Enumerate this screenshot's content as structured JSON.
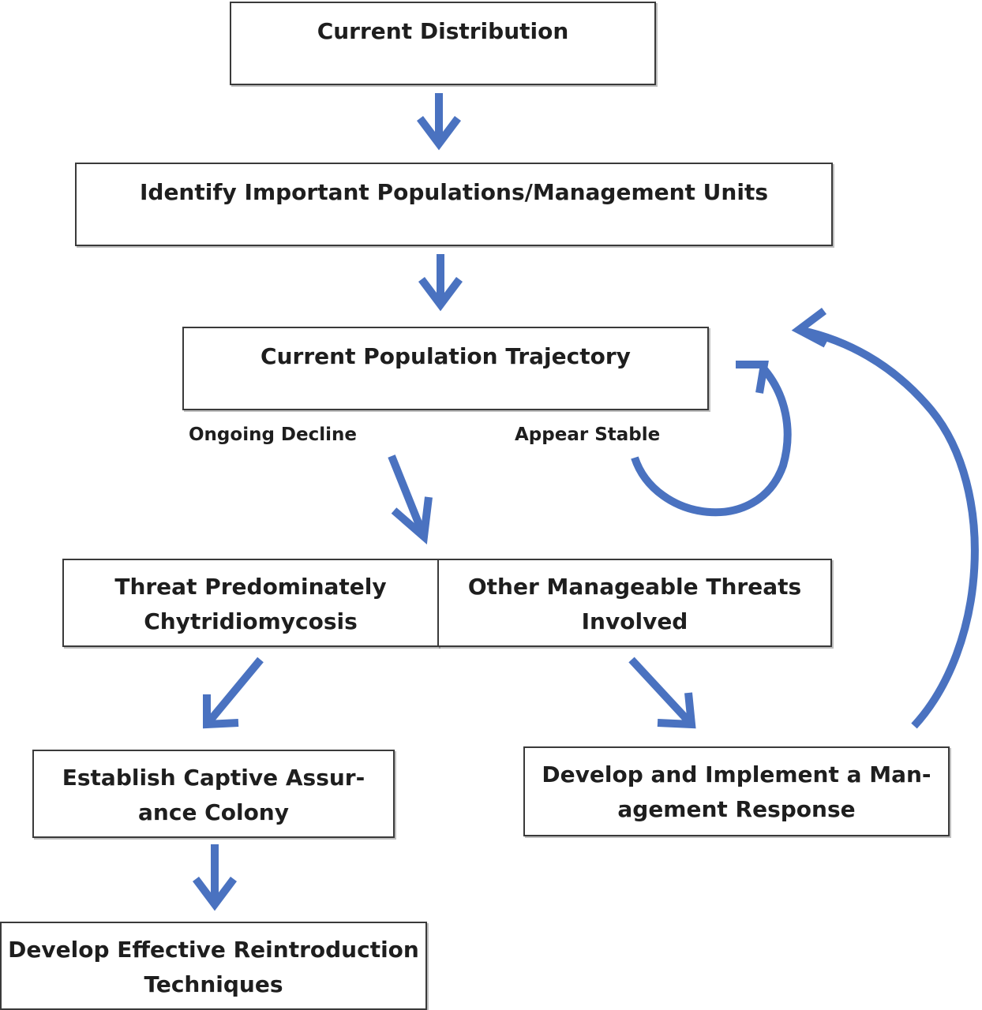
{
  "nodes": {
    "current_distribution": [
      "Current Distribution"
    ],
    "identify_units": [
      "Identify Important Populations/Management Units"
    ],
    "population_trajectory": [
      "Current Population Trajectory"
    ],
    "threat_chytrid": [
      "Threat Predominately",
      "Chytridiomycosis"
    ],
    "other_threats": [
      "Other Manageable Threats",
      "Involved"
    ],
    "captive_colony": [
      "Establish Captive Assur-",
      "ance Colony"
    ],
    "management_response": [
      "Develop and Implement a Man-",
      "agement Response"
    ],
    "reintroduction": [
      "Develop Effective Reintroduction",
      "Techniques"
    ]
  },
  "edge_labels": {
    "ongoing_decline": "Ongoing Decline",
    "appear_stable": "Appear Stable"
  },
  "colors": {
    "arrow": "#4a72c0",
    "box_border": "#3a3a3a",
    "text": "#1e1e1e"
  }
}
